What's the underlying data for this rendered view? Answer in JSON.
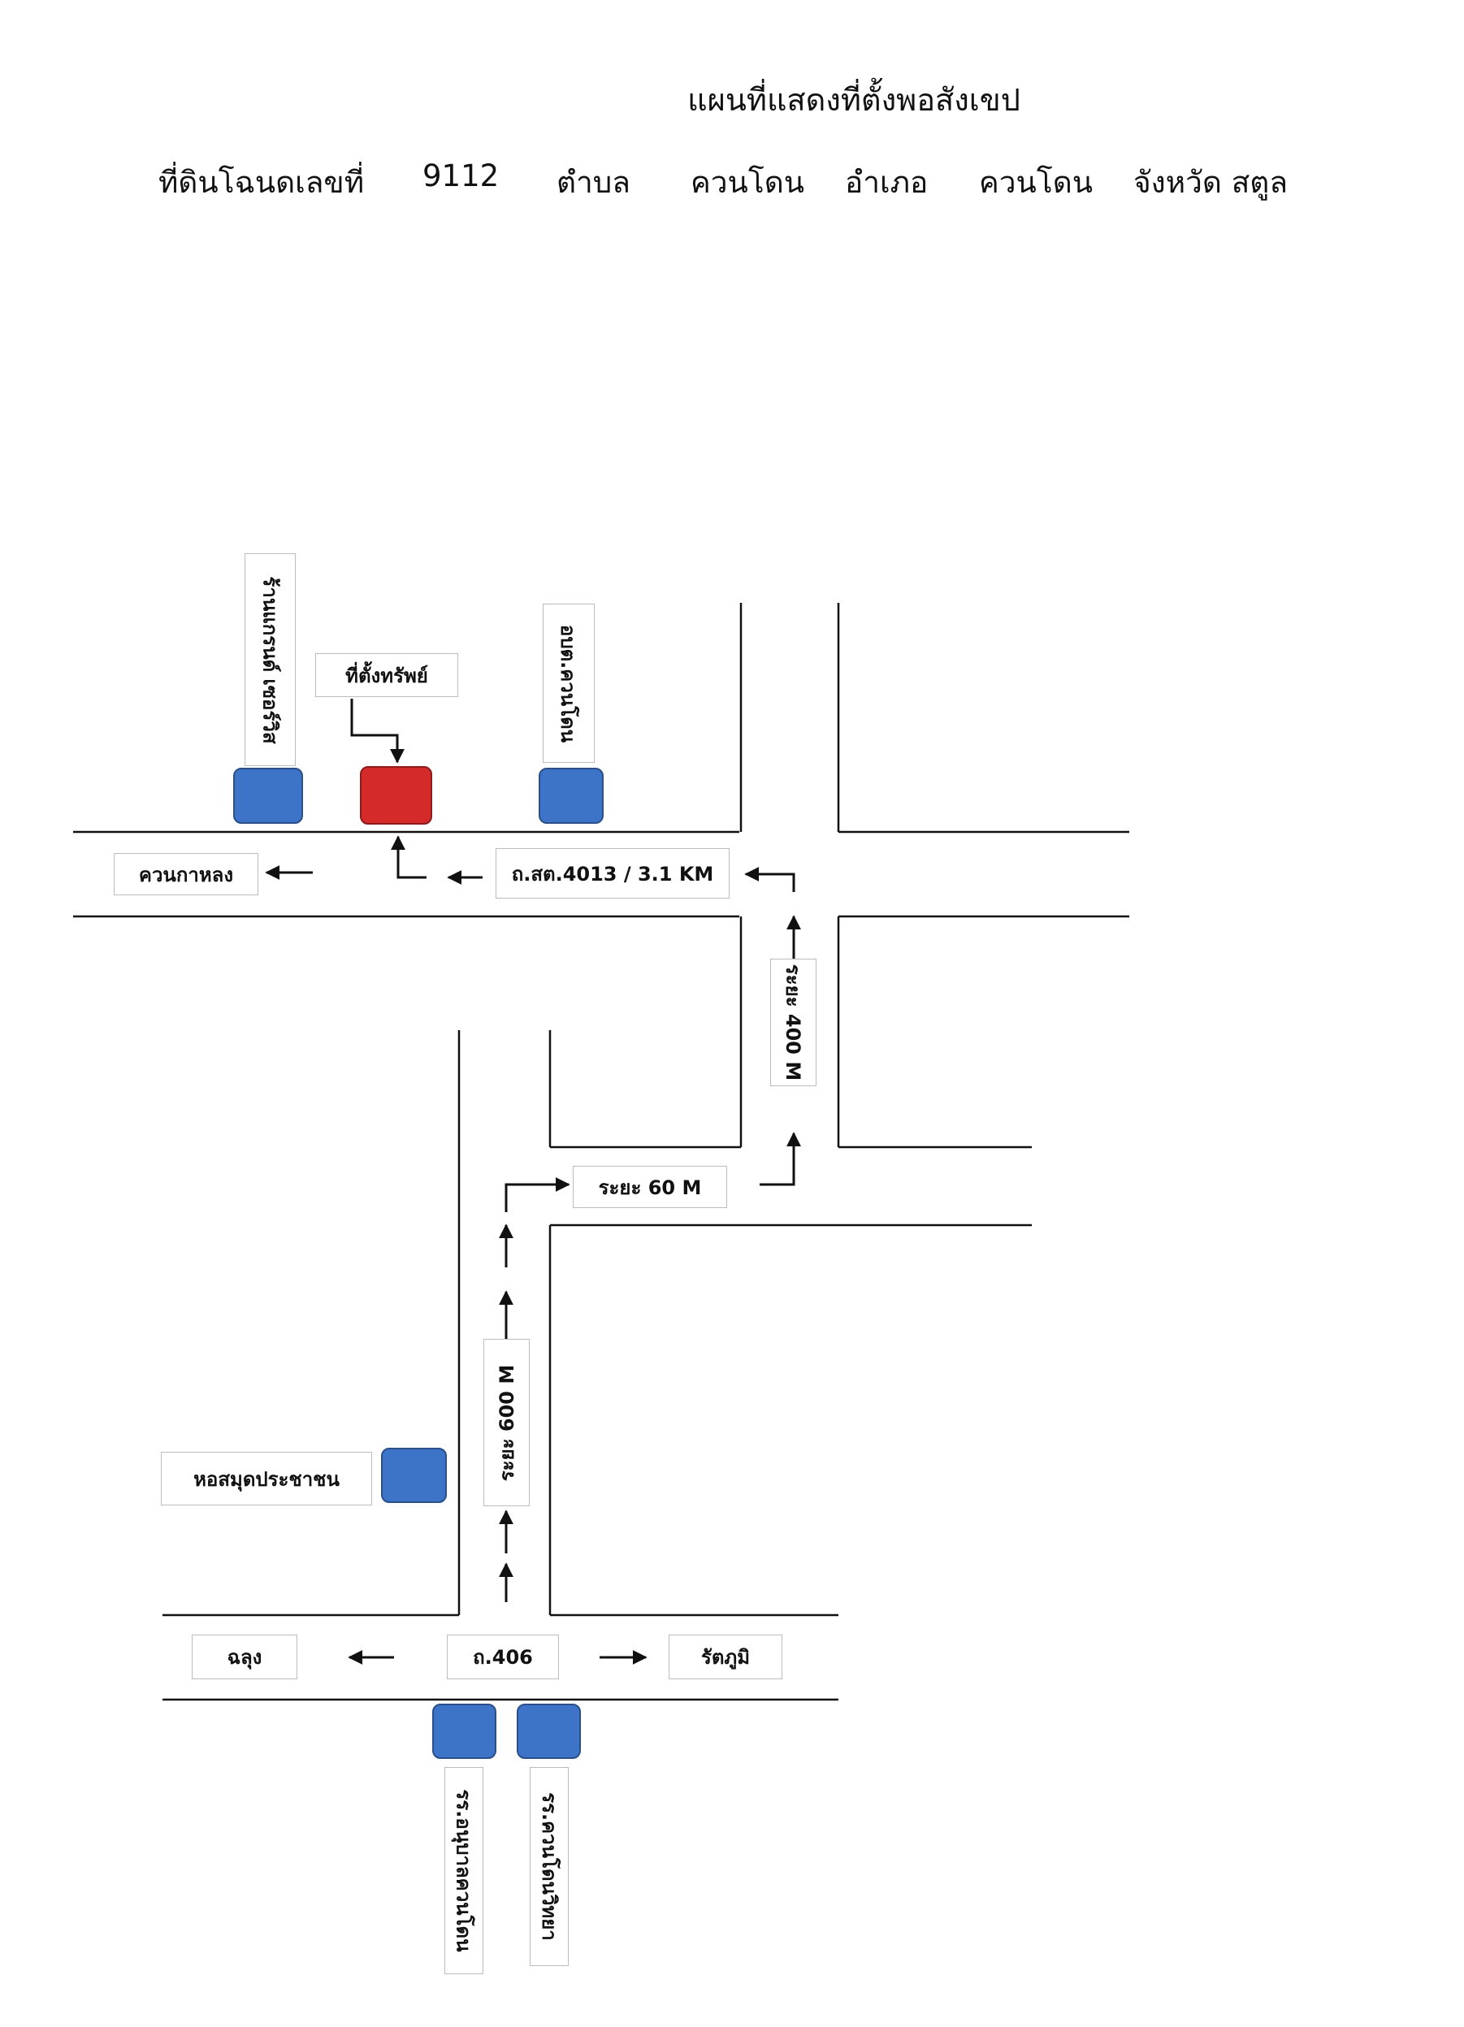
{
  "title": "แผนที่แสดงที่ตั้งพอสังเขป",
  "header": {
    "deed_label": "ที่ดินโฉนดเลขที่",
    "deed_no": "9112",
    "tambon_label": "ตำบล",
    "tambon": "ควนโดน",
    "amphoe_label": "อำเภอ",
    "amphoe": "ควนโดน",
    "province": "จังหวัด สตูล"
  },
  "map": {
    "labels": {
      "shop": "ร้านแกรนด์ เซอร์วิส",
      "property": "ที่ตั้งทรัพย์",
      "sao": "อบต.ควนโดน",
      "kuan_kalong": "ควนกาหลง",
      "road_4013": "ถ.สต.4013 / 3.1 KM",
      "dist_400": "ระยะ 400 M",
      "dist_60": "ระยะ 60 M",
      "dist_600": "ระยะ 600 M",
      "library": "หอสมุดประชาชน",
      "chalung": "ฉลุง",
      "road_406": "ถ.406",
      "rattaphum": "รัตภูมิ",
      "school1": "รร.อนุบาลควนโดน",
      "school2": "รร.ควนโดนวิทยา"
    },
    "colors": {
      "landmark": "#3e74c7",
      "property": "#d42a2a",
      "road_line": "#111111"
    }
  }
}
